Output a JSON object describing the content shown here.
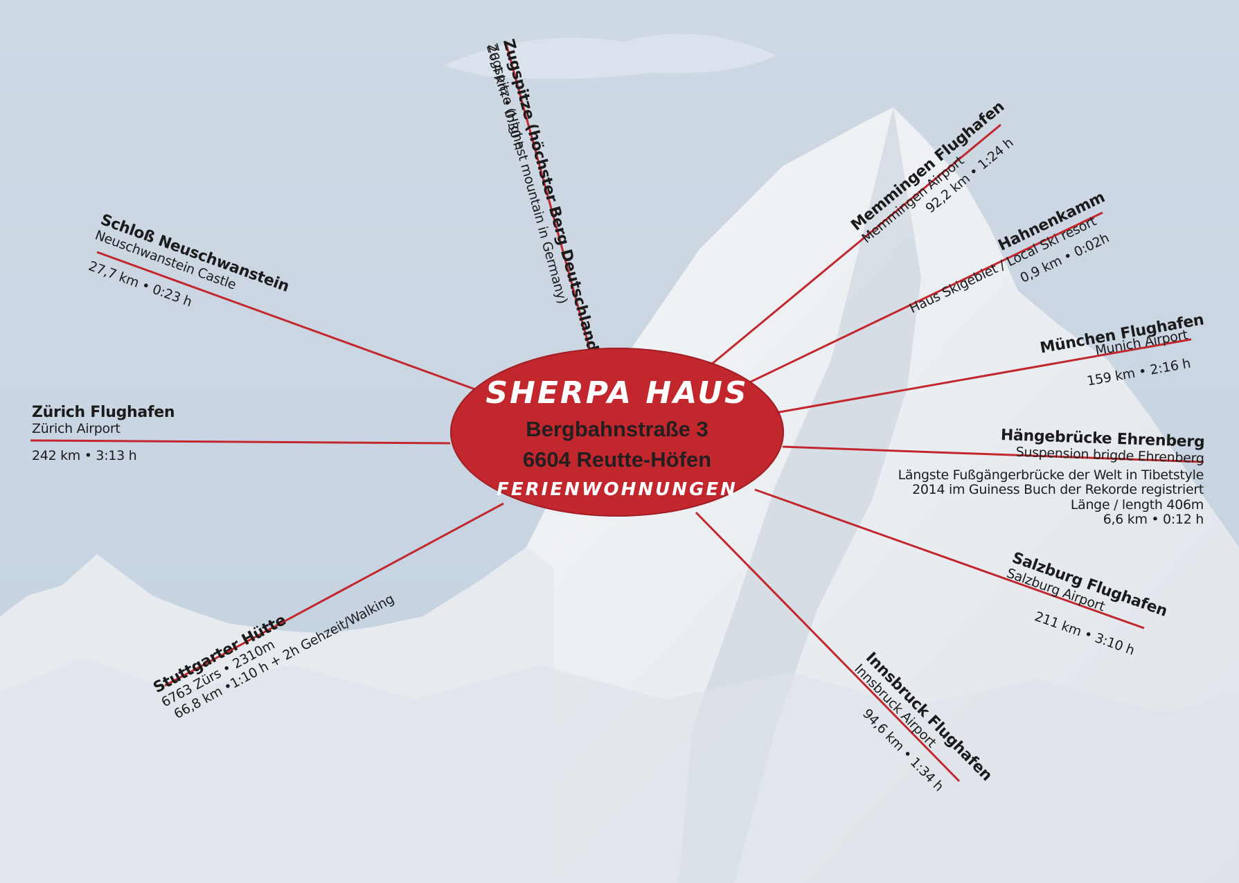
{
  "colors": {
    "spoke": "#c1272d",
    "hub": "#c1272d",
    "sky": "#c9d6e3",
    "snow": "#eef1f4",
    "text": "#1b1b1b"
  },
  "hub": {
    "brand": "SHERPA HAUS",
    "street": "Bergbahnstraße 3",
    "city": "6604 Reutte-Höfen",
    "subtitle": "FERIENWOHNUNGEN"
  },
  "destinations": [
    {
      "id": "zugspitze",
      "title": "Zugspitze (höchster Berg Deutschlands)",
      "subtitle": "Zugspitze (Highest mountain in Germany)",
      "metrics": "26,4 km  • 0:30 h"
    },
    {
      "id": "neuschwanstein",
      "title": "Schloß Neuschwanstein",
      "subtitle": "Neuschwanstein Castle",
      "metrics": "27,7 km  • 0:23 h"
    },
    {
      "id": "zuerich",
      "title": "Zürich Flughafen",
      "subtitle": "Zürich Airport",
      "metrics": "242 km  • 3:13 h"
    },
    {
      "id": "stuttgarter",
      "title": "Stuttgarter Hütte",
      "subtitle": "6763 Zürs • 2310m",
      "metrics": "66,8 km  •1:10 h + 2h Gehzeit/Walking"
    },
    {
      "id": "memmingen",
      "title": "Memmingen Flughafen",
      "subtitle": "Memmingen Airport",
      "metrics": "92,2 km  • 1:24 h"
    },
    {
      "id": "hahnenkamm",
      "title": "Hahnenkamm",
      "subtitle": "Haus Skigebiet / Local Ski resort",
      "metrics": "0,9 km  • 0:02h"
    },
    {
      "id": "muenchen",
      "title": "München Flughafen",
      "subtitle": "Munich Airport",
      "metrics": "159 km  • 2:16 h"
    },
    {
      "id": "ehrenberg",
      "title": "Hängebrücke Ehrenberg",
      "subtitle": "Suspension brigde Ehrenberg",
      "notes": [
        "Längste Fußgängerbrücke der Welt in Tibetstyle",
        "2014 im Guiness Buch der Rekorde registriert",
        "Länge / length 406m"
      ],
      "metrics": "6,6 km  • 0:12 h"
    },
    {
      "id": "salzburg",
      "title": "Salzburg Flughafen",
      "subtitle": "Salzburg Airport",
      "metrics": "211 km  • 3:10 h"
    },
    {
      "id": "innsbruck",
      "title": "Innsbruck Flughafen",
      "subtitle": "Innsbruck Airport",
      "metrics": "94,6 km  • 1:34 h"
    }
  ]
}
